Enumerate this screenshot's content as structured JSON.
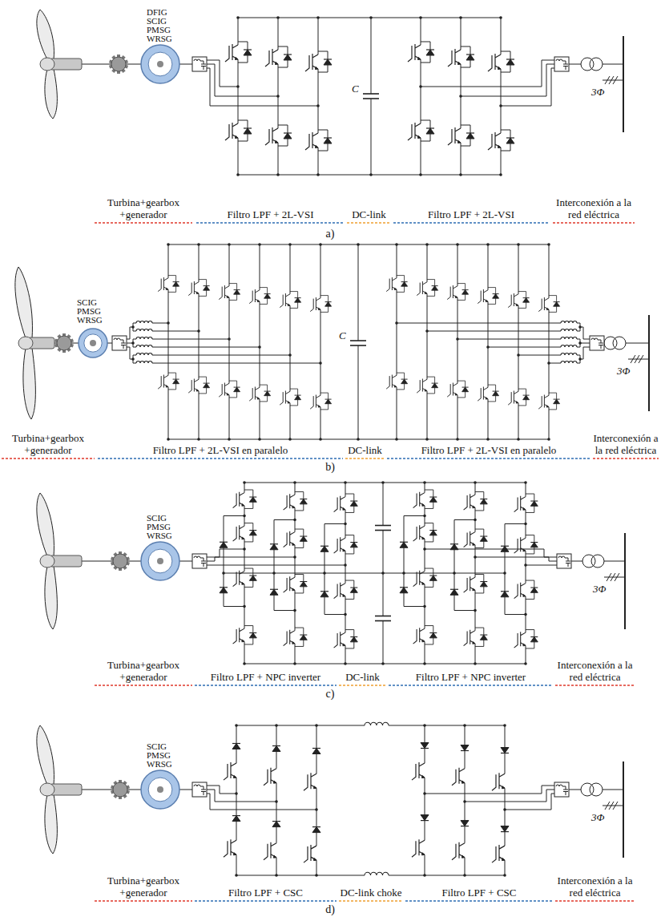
{
  "diagram": {
    "labels": [
      "DFIG",
      "SCIG",
      "PMSG",
      "WRSG",
      "C",
      "3Φ",
      "Turbina+gearbox +generador",
      "Filtro LPF + 2L-VSI",
      "DC-link",
      "Filtro LPF + 2L-VSI",
      "Interconexión a la red eléctrica",
      "a)",
      "SCIG",
      "PMSG",
      "WRSG",
      "C",
      "3Φ",
      "Turbina+gearbox +generador",
      "Filtro LPF + 2L-VSI en paralelo",
      "DC-link",
      "Filtro LPF + 2L-VSI en paralelo",
      "Interconexión a la red eléctrica",
      "b)",
      "SCIG",
      "PMSG",
      "WRSG",
      "3Φ",
      "Turbina+gearbox +generador",
      "Filtro LPF + NPC inverter",
      "DC-link",
      "Filtro LPF + NPC inverter",
      "Interconexión a la red eléctrica",
      "c)",
      "SCIG",
      "PMSG",
      "WRSG",
      "3Φ",
      "Turbina+gearbox +generador",
      "Filtro LPF + CSC",
      "DC-link choke",
      "Filtro LPF + CSC",
      "Interconexión a la red eléctrica",
      "d)"
    ]
  }
}
